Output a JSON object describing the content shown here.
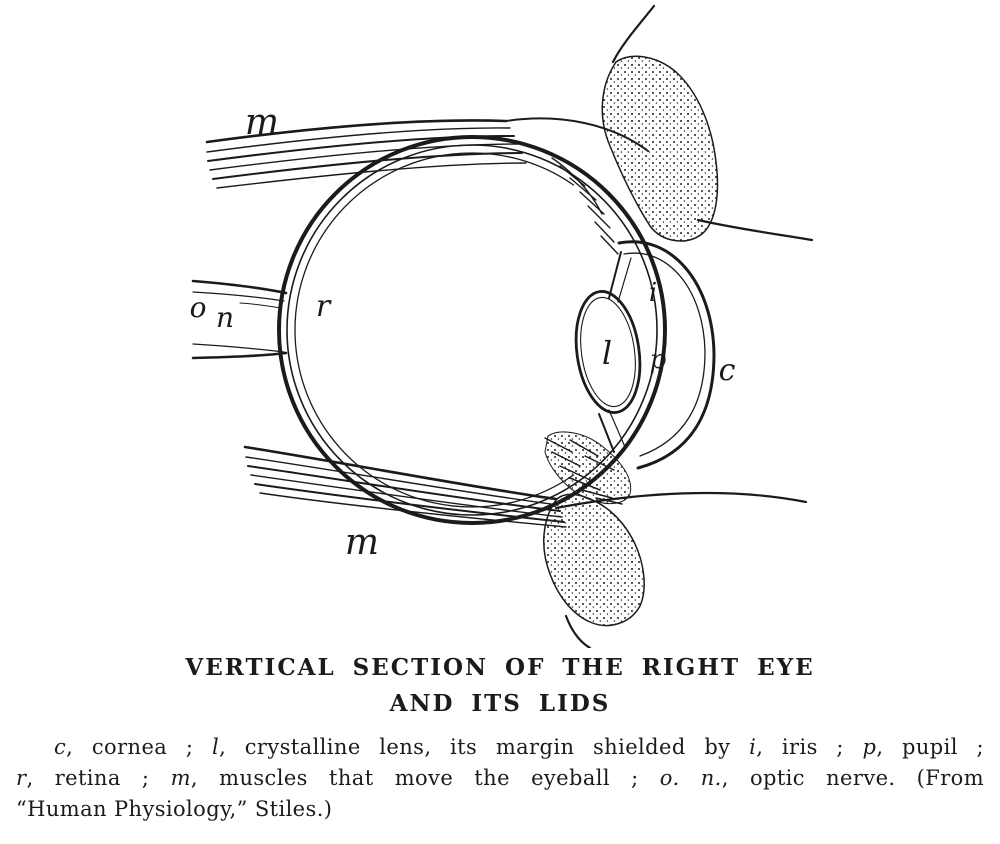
{
  "colors": {
    "ink": "#1b1b1b",
    "paper": "#ffffff"
  },
  "diagram": {
    "labels": {
      "m_top": "m",
      "m_bottom": "m",
      "o": "o",
      "n": "n",
      "r": "r",
      "l": "l",
      "p": "p",
      "i": "i",
      "c": "c"
    }
  },
  "caption": {
    "line1": "VERTICAL SECTION OF THE RIGHT EYE",
    "line2": "AND ITS LIDS"
  },
  "description": {
    "lines": [
      {
        "segments": [
          {
            "t": "c",
            "i": 1
          },
          {
            "t": ", cornea ; "
          },
          {
            "t": "l",
            "i": 1
          },
          {
            "t": ", crystalline lens, its margin shielded by "
          },
          {
            "t": "i",
            "i": 1
          },
          {
            "t": ", iris ; "
          },
          {
            "t": "p",
            "i": 1
          },
          {
            "t": ", pupil ;"
          }
        ]
      },
      {
        "segments": [
          {
            "t": "r",
            "i": 1
          },
          {
            "t": ", retina ; "
          },
          {
            "t": "m",
            "i": 1
          },
          {
            "t": ", muscles that move the eyeball ; "
          },
          {
            "t": "o. n.",
            "i": 1
          },
          {
            "t": ", optic nerve.  (From"
          }
        ]
      },
      {
        "segments": [
          {
            "t": "“Human Physiology,” Stiles.)"
          }
        ]
      }
    ]
  }
}
